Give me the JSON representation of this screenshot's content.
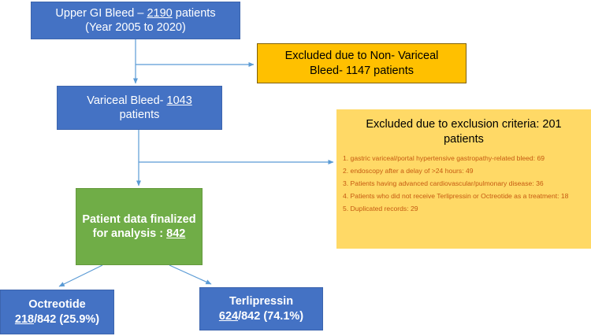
{
  "diagram": {
    "title": "Upper GI Bleed patient selection flowchart",
    "colors": {
      "blue": "#4472c4",
      "orange": "#ffc000",
      "light_yellow": "#ffd966",
      "green": "#70ad47",
      "connector": "#5b9bd5",
      "criteria_text": "#c55a11",
      "white_text": "#ffffff"
    },
    "nodes": {
      "upper_gi": {
        "line1_prefix": "Upper GI Bleed – ",
        "line1_number": "2190",
        "line1_suffix": " patients",
        "line2": "(Year 2005 to 2020)"
      },
      "excluded_nonvariceal": {
        "line1": "Excluded due to Non- Variceal",
        "line2": "Bleed- 1147 patients"
      },
      "variceal": {
        "line1_prefix": "Variceal Bleed- ",
        "line1_number": "1043",
        "line2": "patients"
      },
      "finalized": {
        "line1": "Patient data finalized",
        "line2_prefix": "for analysis : ",
        "line2_number": "842"
      },
      "octreotide": {
        "line1": "Octreotide",
        "line2_number": "218",
        "line2_suffix": "/842 (25.9%)"
      },
      "terlipressin": {
        "line1": "Terlipressin",
        "line2_number": "624",
        "line2_suffix": "/842 (74.1%)"
      }
    },
    "exclusion_panel": {
      "title_line1": "Excluded due to exclusion criteria: 201",
      "title_line2": "patients",
      "criteria": [
        "1. gastric variceal/portal hypertensive gastropathy-related bleed: 69",
        "2. endoscopy after a delay of >24 hours: 49",
        "3. Patients having advanced cardiovascular/pulmonary disease: 36",
        "4. Patients who did not receive Terlipressin or Octreotide as a treatment: 18",
        "5. Duplicated records: 29"
      ]
    }
  },
  "chart_data": {
    "type": "diagram",
    "title": "Upper GI Bleed patient selection flowchart",
    "flow": [
      {
        "id": "upper_gi",
        "label": "Upper GI Bleed – 2190 patients (Year 2005 to 2020)",
        "value": 2190
      },
      {
        "id": "excluded_nonvariceal",
        "label": "Excluded due to Non- Variceal Bleed- 1147 patients",
        "value": 1147
      },
      {
        "id": "variceal",
        "label": "Variceal Bleed- 1043 patients",
        "value": 1043
      },
      {
        "id": "excluded_criteria",
        "label": "Excluded due to exclusion criteria: 201 patients",
        "value": 201
      },
      {
        "id": "finalized",
        "label": "Patient data finalized for analysis : 842",
        "value": 842
      },
      {
        "id": "octreotide",
        "label": "Octreotide 218/842 (25.9%)",
        "value": 218,
        "percent": 25.9
      },
      {
        "id": "terlipressin",
        "label": "Terlipressin 624/842 (74.1%)",
        "value": 624,
        "percent": 74.1
      }
    ],
    "exclusion_breakdown": [
      {
        "reason": "gastric variceal/portal hypertensive gastropathy-related bleed",
        "value": 69
      },
      {
        "reason": "endoscopy after a delay of >24 hours",
        "value": 49
      },
      {
        "reason": "Patients having advanced cardiovascular/pulmonary disease",
        "value": 36
      },
      {
        "reason": "Patients who did not receive Terlipressin or Octreotide as a treatment",
        "value": 18
      },
      {
        "reason": "Duplicated records",
        "value": 29
      }
    ],
    "edges": [
      {
        "from": "upper_gi",
        "to": "excluded_nonvariceal"
      },
      {
        "from": "upper_gi",
        "to": "variceal"
      },
      {
        "from": "variceal",
        "to": "excluded_criteria"
      },
      {
        "from": "variceal",
        "to": "finalized"
      },
      {
        "from": "finalized",
        "to": "octreotide"
      },
      {
        "from": "finalized",
        "to": "terlipressin"
      }
    ]
  }
}
